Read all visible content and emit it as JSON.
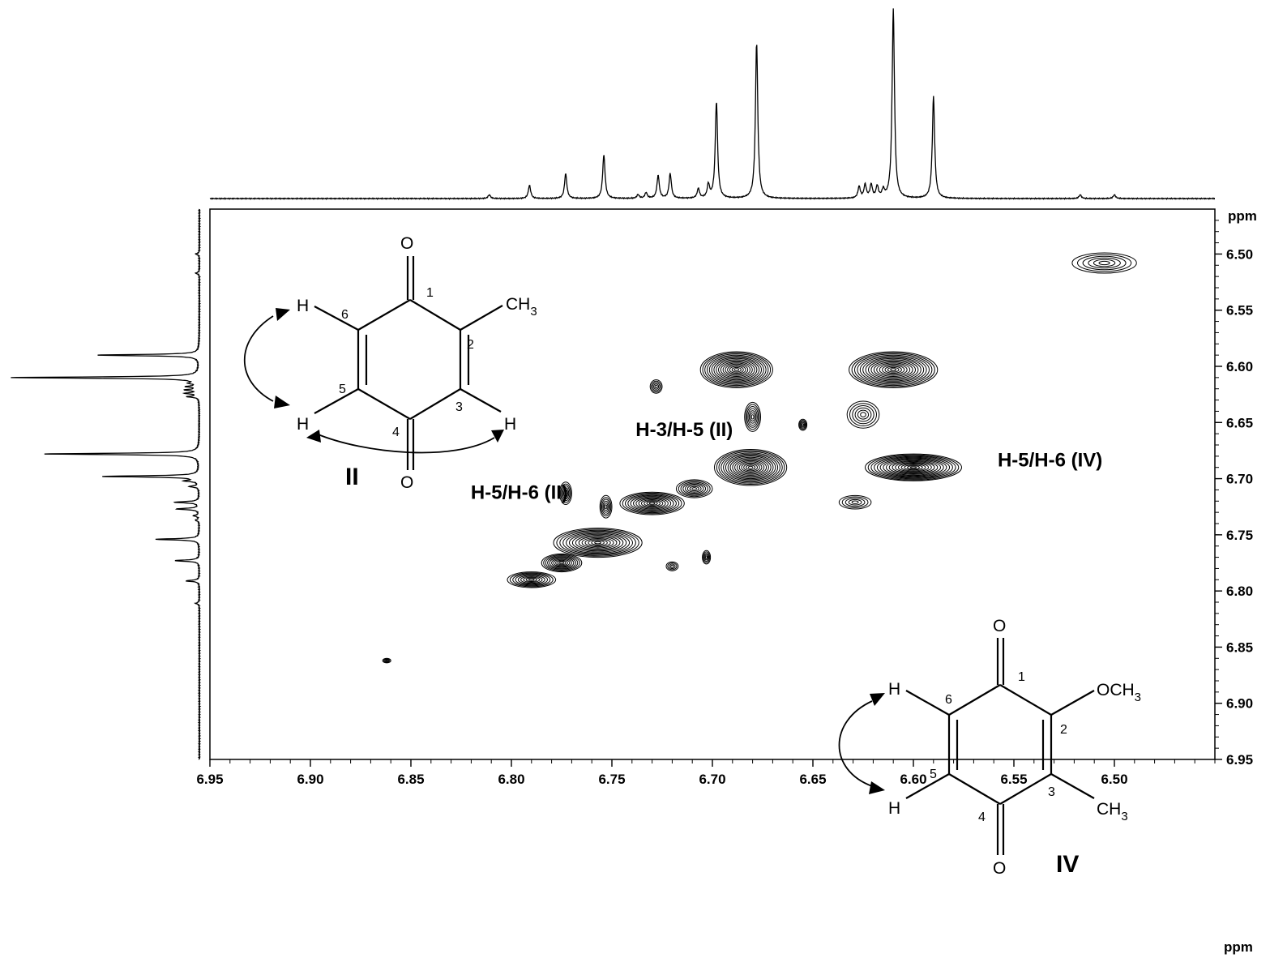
{
  "chart_data": {
    "type": "heatmap",
    "subtype": "2D COSY NMR contour plot",
    "x_axis": {
      "label": "ppm",
      "lim": [
        6.95,
        6.45
      ],
      "ticks": [
        "6.95",
        "6.90",
        "6.85",
        "6.80",
        "6.75",
        "6.70",
        "6.65",
        "6.60",
        "6.55",
        "6.50"
      ]
    },
    "y_axis": {
      "label": "ppm",
      "lim": [
        6.46,
        6.95
      ],
      "ticks": [
        "6.50",
        "6.55",
        "6.60",
        "6.65",
        "6.70",
        "6.75",
        "6.80",
        "6.85",
        "6.90",
        "6.95"
      ]
    },
    "projection_1d": {
      "peaks": [
        {
          "ppm": 6.811,
          "height": 0.02
        },
        {
          "ppm": 6.791,
          "height": 0.07
        },
        {
          "ppm": 6.773,
          "height": 0.13
        },
        {
          "ppm": 6.754,
          "height": 0.23
        },
        {
          "ppm": 6.737,
          "height": 0.02
        },
        {
          "ppm": 6.733,
          "height": 0.03
        },
        {
          "ppm": 6.727,
          "height": 0.12
        },
        {
          "ppm": 6.721,
          "height": 0.13
        },
        {
          "ppm": 6.707,
          "height": 0.05
        },
        {
          "ppm": 6.702,
          "height": 0.07
        },
        {
          "ppm": 6.698,
          "height": 0.51
        },
        {
          "ppm": 6.678,
          "height": 0.82
        },
        {
          "ppm": 6.627,
          "height": 0.06
        },
        {
          "ppm": 6.624,
          "height": 0.07
        },
        {
          "ppm": 6.621,
          "height": 0.07
        },
        {
          "ppm": 6.618,
          "height": 0.06
        },
        {
          "ppm": 6.615,
          "height": 0.04
        },
        {
          "ppm": 6.61,
          "height": 1.0
        },
        {
          "ppm": 6.59,
          "height": 0.54
        },
        {
          "ppm": 6.517,
          "height": 0.02
        },
        {
          "ppm": 6.5,
          "height": 0.02
        }
      ]
    },
    "contour_peaks": [
      {
        "x": 6.688,
        "y": 6.603,
        "sx": 0.018,
        "sy": 0.016,
        "amp": 1.0
      },
      {
        "x": 6.681,
        "y": 6.69,
        "sx": 0.018,
        "sy": 0.016,
        "amp": 1.0
      },
      {
        "x": 6.61,
        "y": 6.603,
        "sx": 0.022,
        "sy": 0.016,
        "amp": 1.0
      },
      {
        "x": 6.6,
        "y": 6.69,
        "sx": 0.024,
        "sy": 0.012,
        "amp": 1.0
      },
      {
        "x": 6.625,
        "y": 6.643,
        "sx": 0.008,
        "sy": 0.012,
        "amp": 0.4
      },
      {
        "x": 6.68,
        "y": 6.645,
        "sx": 0.004,
        "sy": 0.013,
        "amp": 0.45
      },
      {
        "x": 6.73,
        "y": 6.722,
        "sx": 0.016,
        "sy": 0.01,
        "amp": 0.75
      },
      {
        "x": 6.757,
        "y": 6.757,
        "sx": 0.022,
        "sy": 0.013,
        "amp": 0.85
      },
      {
        "x": 6.79,
        "y": 6.79,
        "sx": 0.012,
        "sy": 0.007,
        "amp": 0.55
      },
      {
        "x": 6.775,
        "y": 6.775,
        "sx": 0.01,
        "sy": 0.008,
        "amp": 0.6
      },
      {
        "x": 6.709,
        "y": 6.709,
        "sx": 0.009,
        "sy": 0.008,
        "amp": 0.5
      },
      {
        "x": 6.629,
        "y": 6.721,
        "sx": 0.008,
        "sy": 0.006,
        "amp": 0.3
      },
      {
        "x": 6.728,
        "y": 6.618,
        "sx": 0.003,
        "sy": 0.006,
        "amp": 0.3
      },
      {
        "x": 6.773,
        "y": 6.713,
        "sx": 0.003,
        "sy": 0.01,
        "amp": 0.35
      },
      {
        "x": 6.753,
        "y": 6.725,
        "sx": 0.003,
        "sy": 0.01,
        "amp": 0.35
      },
      {
        "x": 6.655,
        "y": 6.652,
        "sx": 0.002,
        "sy": 0.005,
        "amp": 0.3
      },
      {
        "x": 6.703,
        "y": 6.77,
        "sx": 0.002,
        "sy": 0.006,
        "amp": 0.3
      },
      {
        "x": 6.72,
        "y": 6.778,
        "sx": 0.003,
        "sy": 0.004,
        "amp": 0.25
      },
      {
        "x": 6.862,
        "y": 6.862,
        "sx": 0.002,
        "sy": 0.002,
        "amp": 0.25
      },
      {
        "x": 6.505,
        "y": 6.508,
        "sx": 0.016,
        "sy": 0.009,
        "amp": 0.4
      }
    ],
    "annotations": [
      {
        "text": "H-3/H-5 (II)",
        "x": 6.714,
        "y": 6.662
      },
      {
        "text": "H-5/H-6 (IV)",
        "x": 6.532,
        "y": 6.689
      },
      {
        "text": "H-5/H-6 (II)",
        "x": 6.796,
        "y": 6.718
      }
    ]
  },
  "structures": {
    "II": {
      "label": "II",
      "carbonyl_top": "O",
      "carbonyl_bottom": "O",
      "substituent_2": "CH",
      "substituent_2_sub": "3",
      "h6": "H",
      "h5": "H",
      "h3": "H",
      "numbers": [
        "1",
        "2",
        "3",
        "4",
        "5",
        "6"
      ]
    },
    "IV": {
      "label": "IV",
      "carbonyl_top": "O",
      "carbonyl_bottom": "O",
      "substituent_2": "OCH",
      "substituent_2_sub": "3",
      "substituent_3": "CH",
      "substituent_3_sub": "3",
      "h6": "H",
      "h5": "H",
      "numbers": [
        "1",
        "2",
        "3",
        "4",
        "5",
        "6"
      ]
    }
  }
}
